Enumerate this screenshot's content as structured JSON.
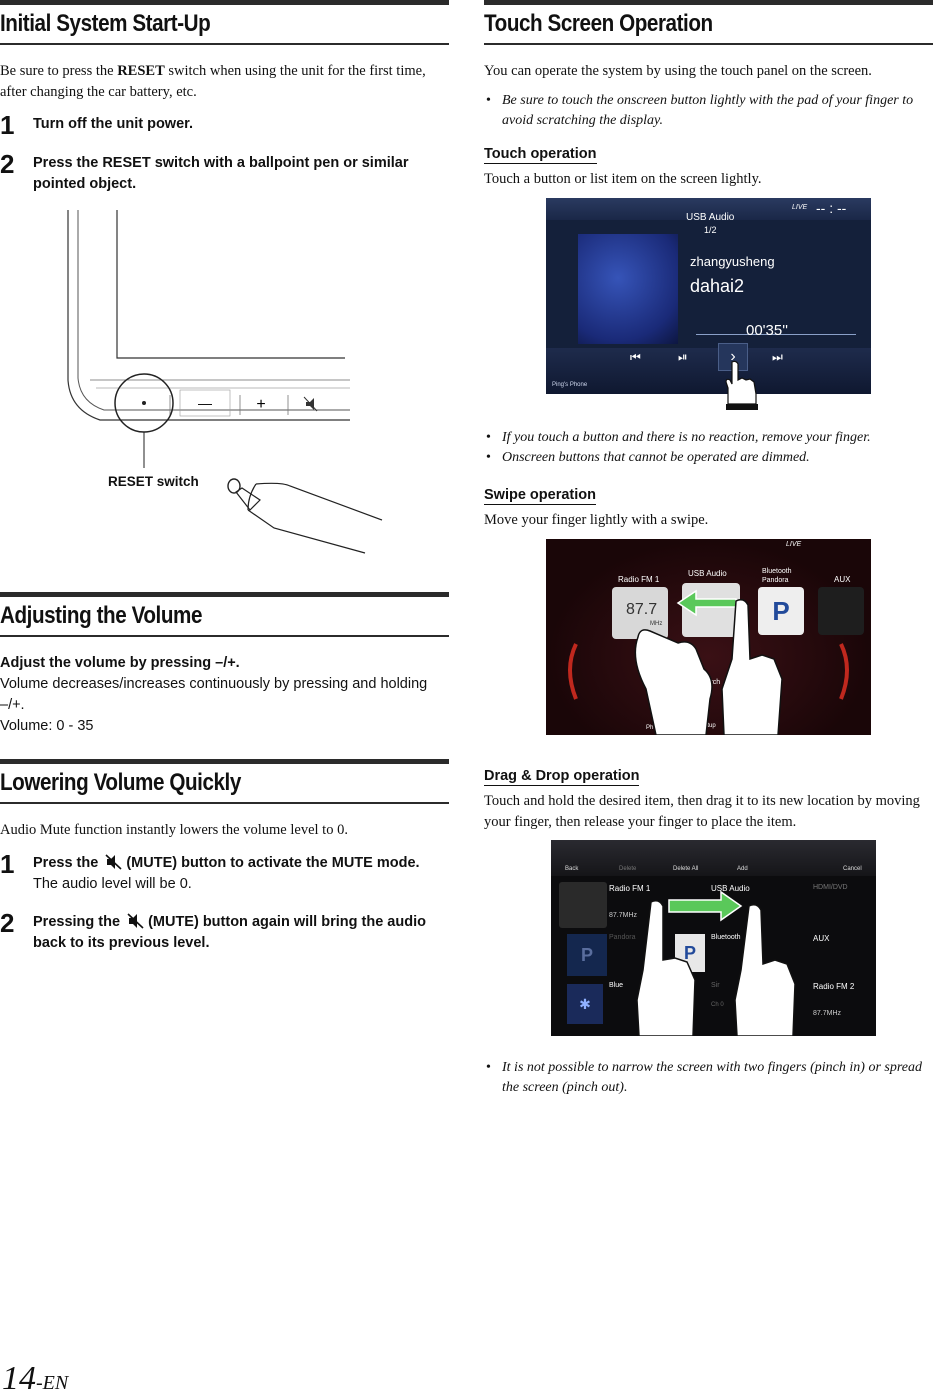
{
  "left": {
    "s1": {
      "title": "Initial System Start-Up",
      "intro_1": "Be sure to press the ",
      "intro_bold": "RESET",
      "intro_2": " switch when using the unit for the first time, after changing the car battery, etc.",
      "step1_num": "1",
      "step1": "Turn off the unit power.",
      "step2_num": "2",
      "step2_a": "Press the ",
      "step2_b": "RESET",
      "step2_c": " switch with a ballpoint pen or similar pointed object.",
      "diagram_label": "RESET switch"
    },
    "s2": {
      "title": "Adjusting the Volume",
      "line1": "Adjust the volume by pressing ",
      "line1_keys": "–/+.",
      "line2": "Volume decreases/increases continuously by pressing and holding ",
      "line2_keys": "–/+.",
      "line3": "Volume: 0 - 35"
    },
    "s3": {
      "title": "Lowering Volume Quickly",
      "intro": "Audio Mute function instantly lowers the volume level to 0.",
      "step1_num": "1",
      "step1_a": "Press the",
      "step1_b": "(MUTE) button to activate the MUTE mode.",
      "step1_sub": "The audio level will be 0.",
      "step2_num": "2",
      "step2_a": "Pressing the",
      "step2_b": "(MUTE) button again will bring the audio back to its previous level."
    }
  },
  "right": {
    "title": "Touch Screen Operation",
    "intro": "You can operate the system by using the touch panel on the screen.",
    "bullet1": "Be sure to touch the onscreen button lightly with the pad of your finger to avoid scratching the display.",
    "touch": {
      "heading": "Touch operation",
      "desc": "Touch a button or list item on the screen lightly.",
      "screen": {
        "title": "USB Audio",
        "track_no": "1/2",
        "artist": "zhangyusheng",
        "song": "dahai2",
        "time": "00'35''",
        "clock": "-- : --",
        "live": "LIVE",
        "phone": "Ping's Phone"
      },
      "bullet1": "If you touch a button and there is no reaction, remove your finger.",
      "bullet2": "Onscreen buttons that cannot be operated are dimmed."
    },
    "swipe": {
      "heading": "Swipe operation",
      "desc": "Move your finger lightly with a swipe.",
      "screen": {
        "items": [
          "Radio FM 1",
          "USB Audio",
          "Bluetooth Pandora",
          "AUX"
        ],
        "freq": "87.7",
        "freq_unit": "MHz",
        "search": "Search",
        "setup": "Setup",
        "phone": "Pho",
        "live": "LIVE"
      }
    },
    "drag": {
      "heading": "Drag & Drop operation",
      "desc": "Touch and hold the desired item, then drag it to its new location by moving your finger, then release your finger to place the item.",
      "screen": {
        "toolbar": [
          "Back",
          "Delete",
          "Delete All",
          "Add",
          "Cancel"
        ],
        "items": [
          {
            "label": "Radio FM 1",
            "sub": "87.7MHz"
          },
          {
            "label": "USB Audio",
            "sub": ""
          },
          {
            "label": "HDMI/DVD",
            "sub": ""
          },
          {
            "label": "Pandora",
            "sub": ""
          },
          {
            "label": "Bluetooth",
            "sub": ""
          },
          {
            "label": "AUX",
            "sub": ""
          },
          {
            "label": "Blue",
            "sub": ""
          },
          {
            "label": "Sir",
            "sub": "Ch 0"
          },
          {
            "label": "Radio FM 2",
            "sub": "87.7MHz"
          }
        ]
      },
      "bullet1": "It is not possible to narrow the screen with two fingers (pinch in) or spread the screen (pinch out)."
    }
  },
  "footer": {
    "page": "14",
    "suffix": "-EN"
  },
  "icons": {
    "mute": "speaker-mute-icon",
    "reset_pen": "ballpoint-pen-icon",
    "hand": "finger-icon"
  }
}
